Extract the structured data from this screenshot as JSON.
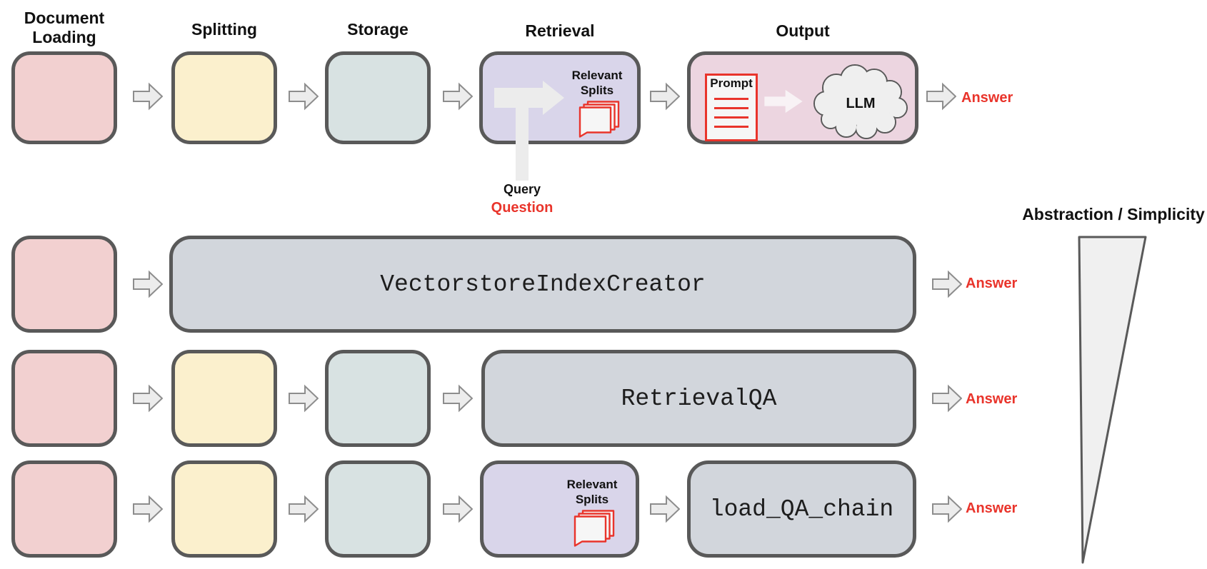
{
  "top_row": {
    "labels": {
      "document_loading": "Document Loading",
      "splitting": "Splitting",
      "storage": "Storage",
      "retrieval": "Retrieval",
      "output": "Output"
    },
    "retrieval_box": {
      "relevant_splits": "Relevant Splits"
    },
    "output_box": {
      "prompt": "Prompt",
      "llm": "LLM"
    },
    "answer": "Answer"
  },
  "query_flow": {
    "query": "Query",
    "question": "Question"
  },
  "abstraction": {
    "label": "Abstraction / Simplicity"
  },
  "rows": [
    {
      "code": "VectorstoreIndexCreator",
      "answer": "Answer"
    },
    {
      "code": "RetrievalQA",
      "answer": "Answer"
    },
    {
      "code": "load_QA_chain",
      "relevant_splits": "Relevant Splits",
      "answer": "Answer"
    }
  ],
  "colors": {
    "accent_red": "#e9342b",
    "box_border": "#595959",
    "loading_pink": "#f2d0d0",
    "splitting_yellow": "#fbf0cd",
    "storage_teal": "#d8e2e2",
    "retrieval_purple": "#d9d5ea",
    "output_mauve": "#ecd5e0",
    "code_gray": "#d2d6dc",
    "arrow_gray": "#ececec"
  }
}
